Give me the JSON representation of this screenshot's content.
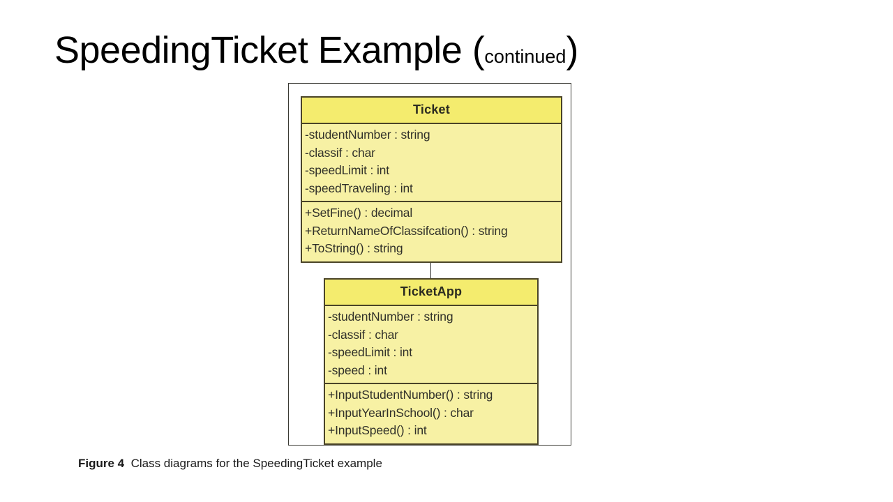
{
  "slide": {
    "title_main": "SpeedingTicket Example ",
    "title_paren_open": "(",
    "title_sub": "continued",
    "title_paren_close": ")"
  },
  "figure": {
    "caption_label": "Figure 4",
    "caption_text": "Class diagrams for the SpeedingTicket example",
    "colors": {
      "header_fill": "#f4ec6e",
      "body_fill": "#f7f1a4",
      "border": "#4a4428",
      "frame_border": "#3a3a34",
      "text": "#31312a"
    },
    "classes": [
      {
        "name": "Ticket",
        "attributes": [
          "-studentNumber : string",
          "-classif : char",
          "-speedLimit : int",
          "-speedTraveling : int"
        ],
        "methods": [
          "+SetFine() : decimal",
          "+ReturnNameOfClassifcation() : string",
          "+ToString() : string"
        ]
      },
      {
        "name": "TicketApp",
        "attributes": [
          "-studentNumber : string",
          "-classif : char",
          "-speedLimit : int",
          "-speed : int"
        ],
        "methods": [
          "+InputStudentNumber() : string",
          "+InputYearInSchool() : char",
          "+InputSpeed() : int"
        ]
      }
    ],
    "relationship": {
      "type": "association",
      "from": "Ticket",
      "to": "TicketApp"
    }
  }
}
